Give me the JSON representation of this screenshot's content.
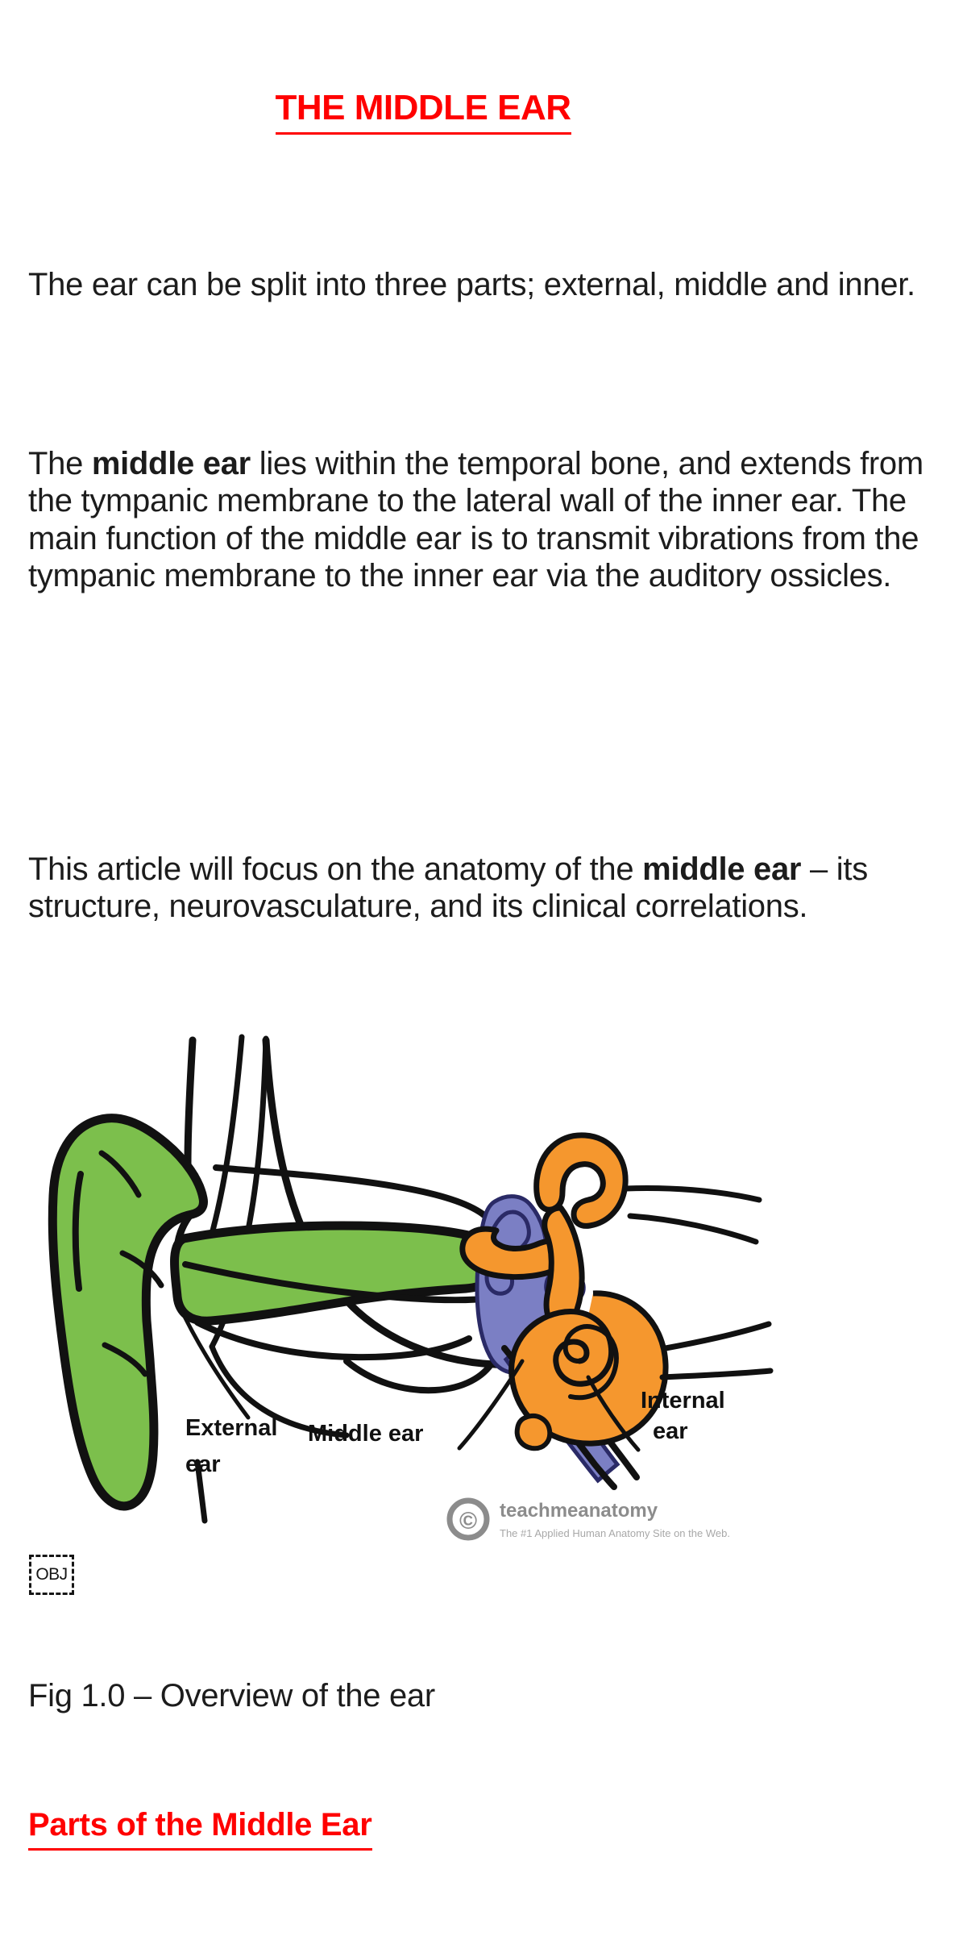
{
  "document": {
    "title": "THE MIDDLE EAR",
    "title_color": "#FF0000",
    "background": "#FFFFFF",
    "paragraphs": {
      "p1": {
        "full": "The ear can be split into three parts; external, middle and inner.",
        "parts": [
          {
            "text": "The ear can be split into three parts; external, middle and inner.",
            "bold": false
          }
        ]
      },
      "p2": {
        "full": "The middle ear lies within the temporal bone, and extends from the tympanic membrane to the lateral wall of the inner ear. The main function of the middle ear is to transmit vibrations from the tympanic membrane to the inner ear via the auditory ossicles.",
        "lead": "The ",
        "bold": "middle ear",
        "rest": " lies within the temporal bone, and extends from the tympanic membrane to the lateral wall of the inner ear. The main function of the middle ear is to transmit vibrations from the tympanic membrane to the inner ear via the auditory ossicles."
      },
      "p3": {
        "full": "This article will focus on the anatomy of the middle ear – its structure, neurovasculature, and its clinical correlations.",
        "lead": "This article will focus on the anatomy of the ",
        "bold": "middle ear",
        "rest": " – its structure, neurovasculature, and its clinical correlations."
      }
    },
    "figure": {
      "caption": "Fig 1.0 – Overview of the ear",
      "object_placeholder": "OBJ",
      "labels": {
        "external_ear_line1": "External",
        "external_ear_line2": "ear",
        "middle_ear": "Middle ear",
        "internal_ear_line1": "Internal",
        "internal_ear_line2": "ear"
      },
      "watermark": {
        "symbol": "©",
        "brand": "teachmeanatomy",
        "tagline": "The #1 Applied Human Anatomy Site on the Web."
      },
      "colors": {
        "external_ear_green": "#7CBF4C",
        "middle_ear_blue": "#7B7FC4",
        "inner_ear_orange": "#F5972E",
        "outline_black": "#111111",
        "watermark_grey": "#8C8C8C"
      }
    },
    "section_heading": {
      "text": "Parts of the Middle Ear",
      "color": "#FF0000"
    }
  }
}
